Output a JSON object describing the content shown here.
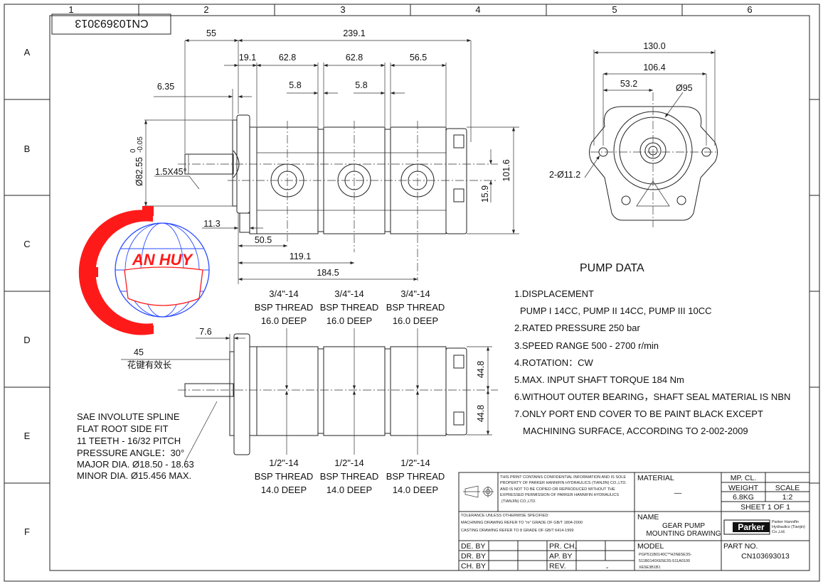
{
  "frame": {
    "columns": [
      "1",
      "2",
      "3",
      "4",
      "5",
      "6"
    ],
    "rows": [
      "A",
      "B",
      "C",
      "D",
      "E",
      "F"
    ],
    "mirrored_part_no": "CN103693013"
  },
  "dims_top": {
    "d55": "55",
    "d239": "239.1",
    "d19": "19.1",
    "d62a": "62.8",
    "d62b": "62.8",
    "d56": "56.5",
    "d635": "6.35",
    "d58a": "5.8",
    "d58b": "5.8",
    "d82": "Ø82.55",
    "d82tol_up": "0",
    "d82tol_lo": "-0.05",
    "chamfer": "1.5X45°",
    "d113": "11.3",
    "d505": "50.5",
    "d1191": "119.1",
    "d1845": "184.5",
    "d159": "15.9",
    "d1016": "101.6"
  },
  "dims_front": {
    "d130": "130.0",
    "d1064": "106.4",
    "d532": "53.2",
    "d95": "Ø95",
    "holes": "2-Ø11.2"
  },
  "dims_side": {
    "d76": "7.6",
    "d45": "45",
    "spline_cn": "花键有效长",
    "d448a": "44.8",
    "d448b": "44.8",
    "top_ports": [
      {
        "size": "3/4\"-14",
        "thread": "BSP THREAD",
        "depth": "16.0 DEEP"
      },
      {
        "size": "3/4\"-14",
        "thread": "BSP THREAD",
        "depth": "16.0 DEEP"
      },
      {
        "size": "3/4\"-14",
        "thread": "BSP THREAD",
        "depth": "16.0 DEEP"
      }
    ],
    "bottom_ports": [
      {
        "size": "1/2\"-14",
        "thread": "BSP THREAD",
        "depth": "14.0 DEEP"
      },
      {
        "size": "1/2\"-14",
        "thread": "BSP THREAD",
        "depth": "14.0 DEEP"
      },
      {
        "size": "1/2\"-14",
        "thread": "BSP THREAD",
        "depth": "14.0 DEEP"
      }
    ]
  },
  "spline_note": [
    "SAE INVOLUTE SPLINE",
    "FLAT ROOT SIDE FIT",
    "11 TEETH - 16/32 PITCH",
    "PRESSURE ANGLE：30°",
    "MAJOR DIA. Ø18.50 - 18.63",
    "MINOR DIA. Ø15.456 MAX."
  ],
  "logo": {
    "text": "AN HUY",
    "colors": {
      "red": "#ff1a1a",
      "blue": "#2a4bff"
    }
  },
  "pump_data": {
    "title": "PUMP DATA",
    "lines": [
      "1.DISPLACEMENT",
      "PUMP I 14CC, PUMP II 14CC, PUMP III 10CC",
      "2.RATED PRESSURE 250 bar",
      "3.SPEED RANGE 500 - 2700 r/min",
      "4.ROTATION：CW",
      "5.MAX. INPUT SHAFT TORQUE 184 Nm",
      "6.WITHOUT OUTER BEARING，SHAFT SEAL MATERIAL IS NBN",
      "7.ONLY PORT END COVER TO BE PAINT BLACK EXCEPT",
      "MACHINING SURFACE, ACCORDING TO 2-002-2009"
    ]
  },
  "title_block": {
    "confidential": [
      "THIS PRINT CONTAINS CONFIDENTIAL INFORMATION AND IS SOLE",
      "PROPERTY OF PARKER HANNIFIN HYDRAULICS (TIANJIN) CO.,LTD.",
      "AND IS NOT TO BE COPIED OR REPRODUCED WITHOUT THE",
      "EXPRESSED PERMISSION OF PARKER HANNIFIN HYDRAULICS",
      "(TIANJIN) CO.,LTD."
    ],
    "tolerance": [
      "TOLERANCE UNLESS OTHERWISE SPECIFIED:",
      "MACHINING DRAWING REFER TO \"m\" GRADE OF GB/T 1804-2000",
      "CASTING DRAWING REFER TO 8 GRADE OF GB/T 6414-1999"
    ],
    "material_label": "MATERIAL",
    "material_value": "—",
    "mp_cl": "MP. CL.",
    "weight_label": "WEIGHT",
    "scale_label": "SCALE",
    "weight": "6.8KG",
    "scale": "1:2",
    "sheet": "SHEET 1 OF 1",
    "name_label": "NAME",
    "name_1": "GEAR PUMP",
    "name_2": "MOUNTING DRAWING",
    "brand": "Parker",
    "company": [
      "Parker Hannifin",
      "Hydraulics (Tianjin)",
      "Co.,Ltd."
    ],
    "de_by": "DE. BY",
    "dr_by": "DR. BY",
    "ch_by": "CH. BY",
    "pr_ch": "PR. CH.",
    "ap_by": "AP. BY",
    "rev": "REV.",
    "rev_value": "-",
    "model_label": "MODEL",
    "model": [
      "PGP511B0140C**H2NE5E3S-",
      "511B0140XE5E3S-511A0100",
      "XE5E3B1B1"
    ],
    "part_label": "PART NO.",
    "part_no": "CN103693013"
  }
}
